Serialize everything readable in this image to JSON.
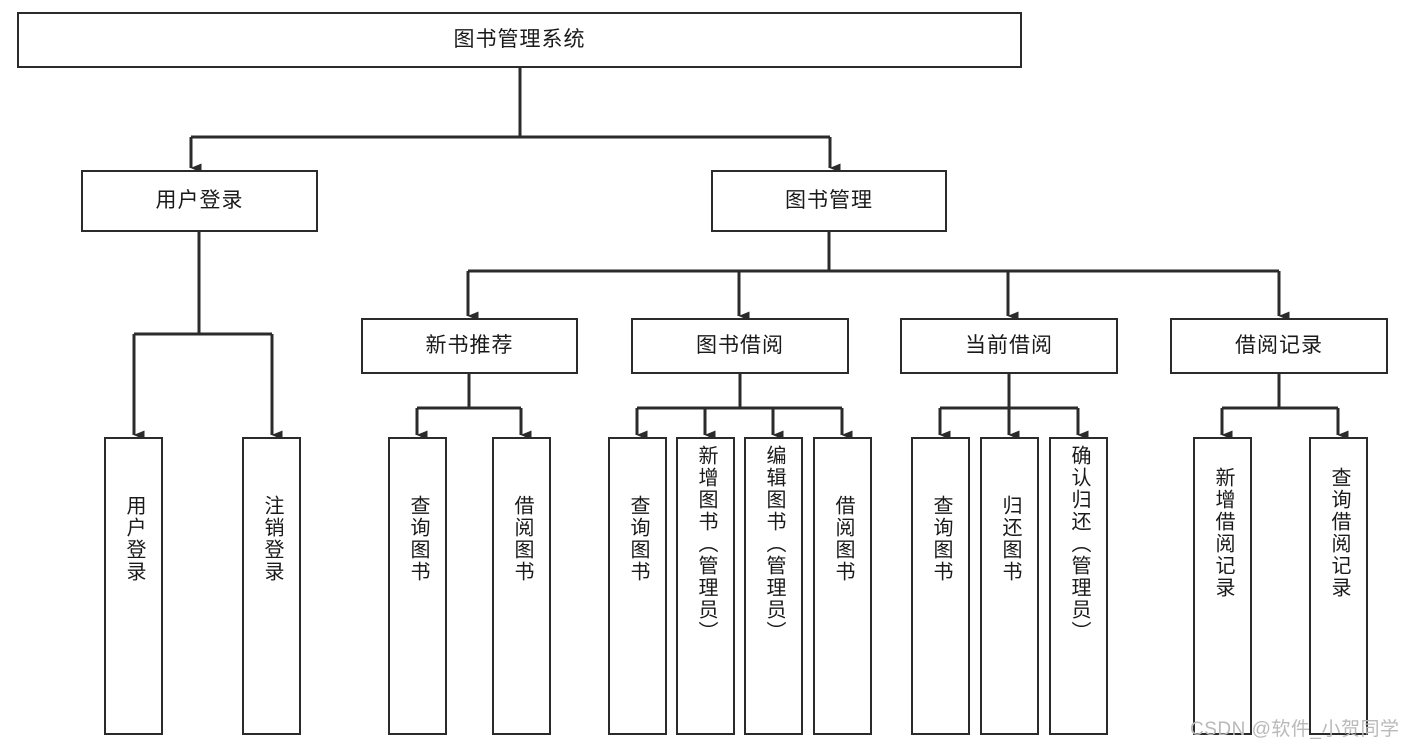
{
  "diagram": {
    "type": "tree-hierarchy",
    "title": "图书管理系统",
    "watermark": "CSDN @软件_小贺同学",
    "colors": {
      "box_border": "#2b2b2b",
      "box_fill": "#ffffff",
      "connector": "#2b2b2b",
      "text": "#1a1a1a",
      "watermark": "#b9b9b9",
      "background": "#ffffff"
    },
    "nodes": {
      "root": {
        "label": "图书管理系统",
        "orientation": "horizontal"
      },
      "level2": [
        {
          "id": "user-login",
          "label": "用户登录",
          "orientation": "horizontal"
        },
        {
          "id": "book-management",
          "label": "图书管理",
          "orientation": "horizontal"
        }
      ],
      "level3": [
        {
          "id": "new-book-recommend",
          "label": "新书推荐",
          "orientation": "horizontal"
        },
        {
          "id": "book-borrow",
          "label": "图书借阅",
          "orientation": "horizontal"
        },
        {
          "id": "current-borrow",
          "label": "当前借阅",
          "orientation": "horizontal"
        },
        {
          "id": "borrow-record",
          "label": "借阅记录",
          "orientation": "horizontal"
        }
      ],
      "leaves": [
        {
          "id": "leaf-user-login",
          "label": "用户登录",
          "parent": "user-login",
          "orientation": "vertical"
        },
        {
          "id": "leaf-user-logout",
          "label": "注销登录",
          "parent": "user-login",
          "orientation": "vertical"
        },
        {
          "id": "leaf-query-book-1",
          "label": "查询图书",
          "parent": "new-book-recommend",
          "orientation": "vertical"
        },
        {
          "id": "leaf-borrow-book-1",
          "label": "借阅图书",
          "parent": "new-book-recommend",
          "orientation": "vertical"
        },
        {
          "id": "leaf-query-book-2",
          "label": "查询图书",
          "parent": "book-borrow",
          "orientation": "vertical"
        },
        {
          "id": "leaf-add-book",
          "label": "新增图书（管理员）",
          "parent": "book-borrow",
          "orientation": "vertical"
        },
        {
          "id": "leaf-edit-book",
          "label": "编辑图书（管理员）",
          "parent": "book-borrow",
          "orientation": "vertical"
        },
        {
          "id": "leaf-borrow-book-2",
          "label": "借阅图书",
          "parent": "book-borrow",
          "orientation": "vertical"
        },
        {
          "id": "leaf-query-book-3",
          "label": "查询图书",
          "parent": "current-borrow",
          "orientation": "vertical"
        },
        {
          "id": "leaf-return-book",
          "label": "归还图书",
          "parent": "current-borrow",
          "orientation": "vertical"
        },
        {
          "id": "leaf-confirm-return",
          "label": "确认归还（管理员）",
          "parent": "current-borrow",
          "orientation": "vertical"
        },
        {
          "id": "leaf-add-record",
          "label": "新增借阅记录",
          "parent": "borrow-record",
          "orientation": "vertical"
        },
        {
          "id": "leaf-query-record",
          "label": "查询借阅记录",
          "parent": "borrow-record",
          "orientation": "vertical"
        }
      ]
    }
  }
}
